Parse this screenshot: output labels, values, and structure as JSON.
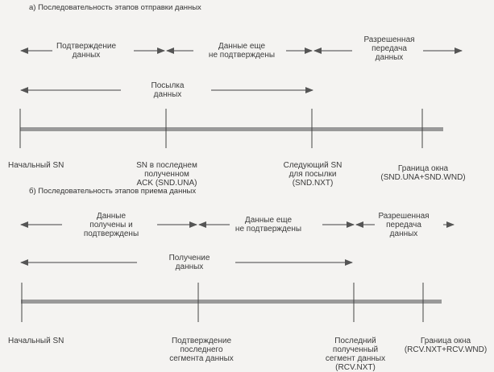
{
  "send": {
    "title": "а) Последовательность этапов отправки данных",
    "zones": {
      "acked": "Подтверждение\nданных",
      "unacked": "Данные еще\nне подтверждены",
      "allowed": "Разрешенная\nпередача\nданных"
    },
    "sending": "Посылка\nданных",
    "markers": {
      "start": "Начальный SN",
      "una": "SN в последнем\nполученном\nACK (SND.UNA)",
      "nxt": "Следующий SN\nдля посылки\n(SND.NXT)",
      "window": "Граница окна\n(SND.UNA+SND.WND)"
    }
  },
  "receive": {
    "title": "б) Последовательность этапов приема данных",
    "zones": {
      "acked": "Данные\nполучены и\nподтверждены",
      "unacked": "Данные еще\nне подтверждены",
      "allowed": "Разрешенная\nпередача\nданных"
    },
    "receiving": "Получение\nданных",
    "markers": {
      "start": "Начальный SN",
      "ack": "Подтверждение\nпоследнего\nсегмента данных",
      "nxt": "Последний\nполученный\nсегмент данных\n(RCV.NXT)",
      "window": "Граница окна\n(RCV.NXT+RCV.WND)"
    }
  }
}
